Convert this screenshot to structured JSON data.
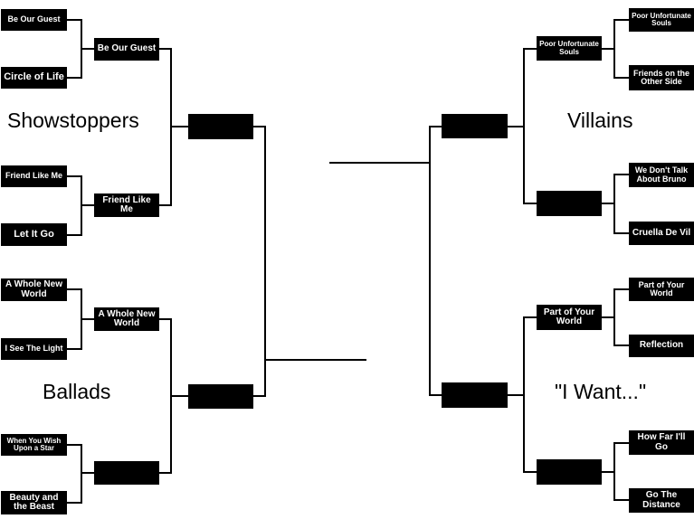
{
  "groups": {
    "showstoppers": "Showstoppers",
    "ballads": "Ballads",
    "villains": "Villains",
    "i_want": "\"I Want...\""
  },
  "left": {
    "r1": [
      "Be Our Guest",
      "Circle of Life",
      "Friend Like Me",
      "Let It Go",
      "A Whole New World",
      "I See The Light",
      "When You Wish Upon a Star",
      "Beauty and the Beast"
    ],
    "r2": [
      "Be Our Guest",
      "Friend Like Me",
      "A Whole New World",
      ""
    ],
    "r3": [
      "",
      ""
    ]
  },
  "right": {
    "r1": [
      "Poor Unfortunate Souls",
      "Friends on the Other Side",
      "We Don't Talk About Bruno",
      "Cruella De Vil",
      "Part of Your World",
      "Reflection",
      "How Far I'll Go",
      "Go The Distance"
    ],
    "r2": [
      "Poor Unfortunate Souls",
      "",
      "Part of Your World",
      ""
    ],
    "r3": [
      "",
      ""
    ]
  },
  "colors": {
    "box": "#000000",
    "box_text": "#ffffff",
    "line": "#000000",
    "background": "#ffffff"
  }
}
